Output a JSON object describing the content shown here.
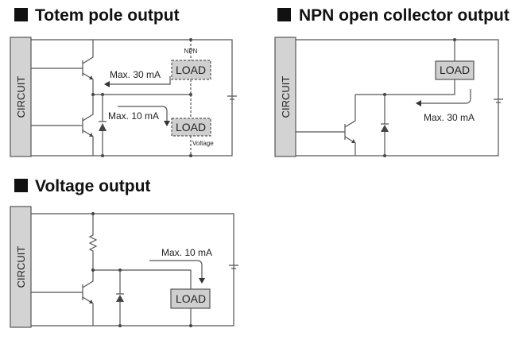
{
  "panels": {
    "totem": {
      "title": "Totem pole output",
      "block": "CIRCUIT",
      "load_top": "LOAD",
      "load_bottom": "LOAD",
      "npn_label": "NPN",
      "voltage_label": "Voltage",
      "current_top": "Max. 30 mA",
      "current_bottom": "Max. 10 mA"
    },
    "npn": {
      "title": "NPN open collector output",
      "block": "CIRCUIT",
      "load": "LOAD",
      "current": "Max. 30 mA"
    },
    "voltage": {
      "title": "Voltage output",
      "block": "CIRCUIT",
      "load": "LOAD",
      "current": "Max. 10 mA"
    }
  }
}
